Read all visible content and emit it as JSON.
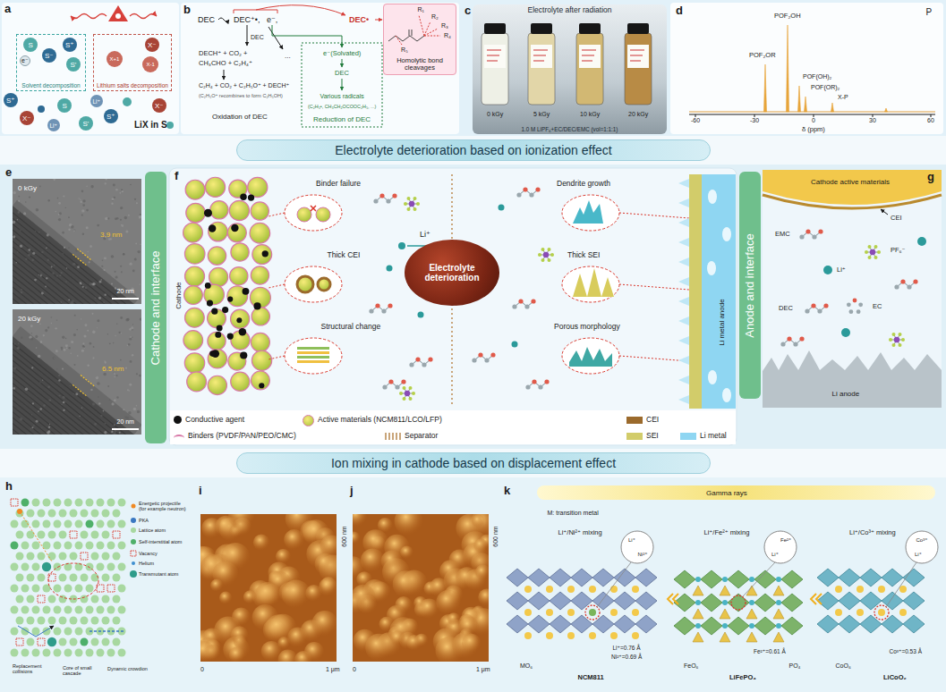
{
  "diagram": {
    "nodes": [
      {
        "text": [
          "Solvent decomposition"
        ]
      },
      {
        "text": [
          "Lithium salts decomposition"
        ]
      },
      {
        "text": [
          "Homolytic bond cleavages"
        ]
      },
      {
        "text": [
          "Electrolyte after radiation",
          "1.0 M LiPF₆+EC/DEC/EMC (vol=1:1:1)"
        ]
      },
      {
        "text": [
          "Electrolyte deterioration based on ionization effect"
        ]
      },
      {
        "text": [
          "Cathode and interface"
        ]
      },
      {
        "text": [
          "Binder failure"
        ]
      },
      {
        "text": [
          "Thick CEI"
        ]
      },
      {
        "text": [
          "Structural change"
        ]
      },
      {
        "text": [
          "Dendrite growth"
        ]
      },
      {
        "text": [
          "Thick SEI"
        ]
      },
      {
        "text": [
          "Porous morphology"
        ]
      },
      {
        "text": [
          "Electrolyte deterioration"
        ]
      },
      {
        "text": [
          "Anode and interface"
        ]
      },
      {
        "text": [
          "Ion mixing in cathode based on displacement effect"
        ]
      }
    ],
    "labels": [
      "a",
      "S",
      "S⁺",
      "e⁻",
      "S'",
      "S⁻",
      "X⁻",
      "X+1",
      "X-1",
      "S",
      "S⁺",
      "X⁻",
      "Li⁺",
      "S⁺",
      "Li⁺",
      "S'",
      "X⁻",
      "LiX in S",
      "b",
      "DEC",
      "DEC⁺•,",
      "e⁻,",
      "DEC•",
      "R₁",
      "R₂",
      "R₃",
      "R₄",
      "R₅",
      "DECH⁺ + CO₂ +",
      "CH₃CHO + C₂H₄⁺",
      "C₂H₄ + CO₂ + C₂H₅O⁺ + DECH⁺",
      "(C₂H₅O⁺ recombines to form C₂H₅OH)",
      "Oxidation of DEC",
      "DEC",
      "...",
      "e⁻(Solvated)",
      "DEC",
      "Various radicals",
      "(C₂H₅•, CH₃CH₂OCOOC₂H₅, ...)",
      "Reduction of DEC",
      "c",
      "0 kGy",
      "5 kGy",
      "10 kGy",
      "20 kGy",
      "d",
      "P",
      "POF₂OH",
      "POF₂OR",
      "POF(OH)₂",
      "POF(OR)₂",
      "X-P",
      "-60",
      "-30",
      "0",
      "30",
      "60",
      "δ (ppm)",
      "e",
      "0 kGy",
      "3.9 nm",
      "20 nm",
      "20 kGy",
      "6.5 nm",
      "20 nm",
      "f",
      "Cathode",
      "Li⁺",
      "Li metal anode",
      "g",
      "Cathode active materials",
      "CEI",
      "EMC",
      "PF₆⁻",
      "Li⁺",
      "DEC",
      "EC",
      "Li anode",
      "h",
      "Energetic projectile (for example neutron)",
      "PKA",
      "Lattice atom",
      "Self-interstitial atom",
      "Vacancy",
      "Helium",
      "Transmutant atom",
      "Replacement collisions",
      "Core of small cascade",
      "Dynamic crowdion",
      "i",
      "600 nm",
      "0",
      "1 μm",
      "j",
      "600 nm",
      "0",
      "1 μm",
      "k",
      "Gamma rays",
      "M: transition metal",
      "Li⁺/Ni²⁺ mixing",
      "Li⁺/Fe²⁺ mixing",
      "Li⁺/Co³⁺ mixing",
      "Li⁺",
      "Ni²⁺",
      "Fe²⁺",
      "Li⁺",
      "Co³⁺",
      "Li⁺",
      "Li⁺=0.76 Å",
      "Ni²⁺=0.69 Å",
      "MO₆",
      "NCM811",
      "FeO₆",
      "LiFePO₄",
      "PO₄",
      "Fe²⁺=0.61 Å",
      "CoO₆",
      "LiCoO₂",
      "Co³⁺=0.53 Å"
    ],
    "legend": [
      {
        "text": "Conductive agent",
        "color": "#111111"
      },
      {
        "text": "Active materials (NCM811/LCO/LFP)"
      },
      {
        "text": "CEI",
        "color": "#9b6a2c"
      },
      {
        "text": "Binders (PVDF/PAN/PEO/CMC)"
      },
      {
        "text": "Separator"
      },
      {
        "text": "SEI",
        "color": "#d2cc6a"
      },
      {
        "text": "Li metal",
        "color": "#8fd6f2"
      }
    ]
  }
}
